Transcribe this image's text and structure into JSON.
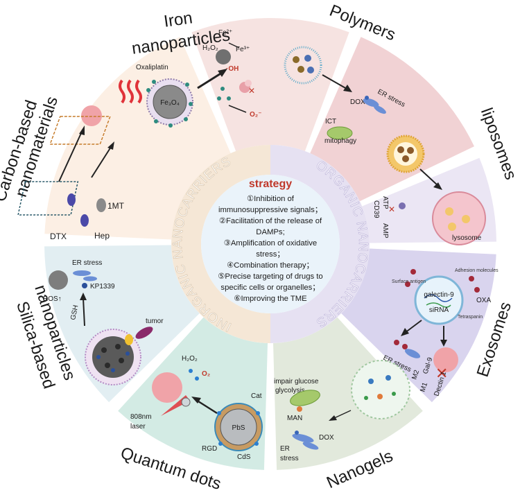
{
  "center": {
    "title": "strategy",
    "lines": [
      "①Inhibition of",
      "immunosuppressive signals；",
      "②Facilitation of the release of",
      "DAMPs;",
      "③Amplification of oxidative",
      "stress；",
      "④Combination therapy；",
      "⑤Precise targeting of drugs to",
      "specific cells or organelles；",
      "⑥Improving the TME"
    ]
  },
  "ring": {
    "inorganic": "INORGANIC NANOCARRIERS",
    "organic": "ORGANIC NANOCARRIERS"
  },
  "segments": {
    "iron": {
      "title_line1": "Iron",
      "title_line2": "nanoparticles",
      "oxaliplatin": "Oxaliplatin",
      "core": "Fe₃O₄",
      "h2o2": "H₂O₂",
      "fe2": "Fe²⁺",
      "fe3": "Fe³⁺",
      "oh": "·OH",
      "o2": "O₂⁻"
    },
    "polymers": {
      "title": "Polymers",
      "dox": "DOX",
      "er_stress": "ER stress",
      "ict": "ICT",
      "mitophagy": "mitophagy"
    },
    "liposomes": {
      "title": "liposomes",
      "atp": "ATP",
      "cd39": "CD39",
      "amp": "AMP",
      "lysosome": "lysosome"
    },
    "exosomes": {
      "title": "Exosomes",
      "surface_antigen": "Surface antigen",
      "adhesion": "Adhesion molecules",
      "galectin": "galectin-9",
      "sirna": "siRNA",
      "oxa": "OXA",
      "tetraspanin": "Tetraspanin",
      "er_stress": "ER stress",
      "m2": "M2",
      "gal9": "Gal-9",
      "m1": "M1",
      "dectin": "Dectin 1"
    },
    "nanogels": {
      "title": "Nanogels",
      "impair1": "impair glucose",
      "impair2": "glycolysis",
      "man": "MAN",
      "dox": "DOX",
      "er1": "ER",
      "er2": "stress"
    },
    "quantum": {
      "title": "Quantum dots",
      "h2o2": "H₂O₂",
      "o2": "O₂",
      "laser1": "808nm",
      "laser2": "laser",
      "cat": "Cat",
      "pbs": "PbS",
      "cds": "CdS",
      "rgd": "RGD"
    },
    "silica": {
      "title_line1": "Silica-based",
      "title_line2": "nanoparticles",
      "er_stress": "ER stress",
      "kp": "KP1339",
      "ros": "ROS↑",
      "gsh": "GSH",
      "tumor": "tumor"
    },
    "carbon": {
      "title_line1": "Carbon-based",
      "title_line2": "nanomaterials",
      "mt": "1MT",
      "dtx": "DTX",
      "hep": "Hep"
    }
  },
  "colors": {
    "iron_bg": "#f6e3e1",
    "polymers_bg": "#f1d2d4",
    "liposomes_bg": "#ebe6f4",
    "exosomes_bg": "#d9d4ee",
    "nanogels_bg": "#e2e9dc",
    "quantum_bg": "#d3ebe4",
    "silica_bg": "#e2eef2",
    "carbon_bg": "#fcefe4",
    "inorganic_ring": "#f5e7d6",
    "organic_ring": "#e6e1f2",
    "center": "#eaf3fa",
    "accent_red": "#c0392b"
  }
}
